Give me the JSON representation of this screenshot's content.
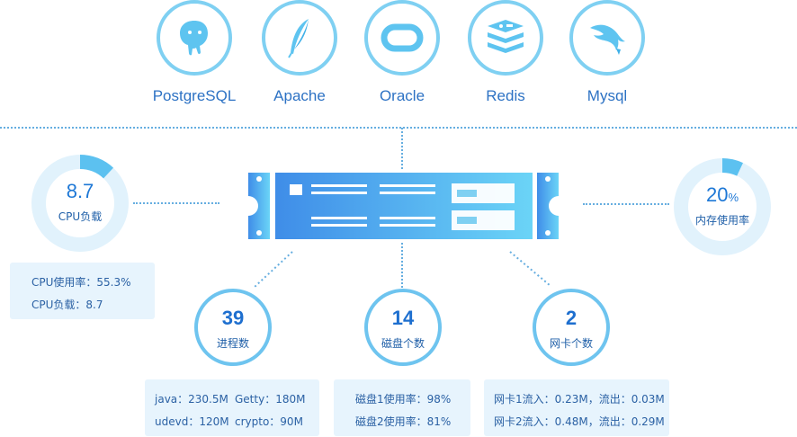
{
  "services": [
    {
      "label": "PostgreSQL",
      "icon": "postgresql-elephant-icon"
    },
    {
      "label": "Apache",
      "icon": "apache-feather-icon"
    },
    {
      "label": "Oracle",
      "icon": "oracle-ring-icon"
    },
    {
      "label": "Redis",
      "icon": "redis-stack-icon"
    },
    {
      "label": "Mysql",
      "icon": "mysql-dolphin-icon"
    }
  ],
  "cpu": {
    "value": "8.7",
    "label": "CPU负载",
    "gauge_fraction": 0.12,
    "details": [
      "CPU使用率：55.3%",
      "CPU负载：8.7"
    ]
  },
  "memory": {
    "value": "20",
    "unit": "%",
    "label": "内存使用率",
    "gauge_fraction": 0.07
  },
  "stats": [
    {
      "value": "39",
      "label": "进程数"
    },
    {
      "value": "14",
      "label": "磁盘个数"
    },
    {
      "value": "2",
      "label": "网卡个数"
    }
  ],
  "process_card": {
    "rows": [
      [
        "java：230.5M",
        "Getty：180M"
      ],
      [
        "udevd：120M",
        "crypto：90M"
      ]
    ]
  },
  "disk_card": {
    "rows": [
      "磁盘1使用率：98%",
      "磁盘2使用率：81%"
    ]
  },
  "nic_card": {
    "rows": [
      "网卡1流入：0.23M，流出：0.03M",
      "网卡2流入：0.48M，流出：0.29M"
    ]
  },
  "colors": {
    "accent": "#1e78d6",
    "ring": "#7fd0f2",
    "gauge_track": "#e1f2fc",
    "gauge_fill": "#5cc1f0",
    "card_bg": "#e7f4fd"
  }
}
